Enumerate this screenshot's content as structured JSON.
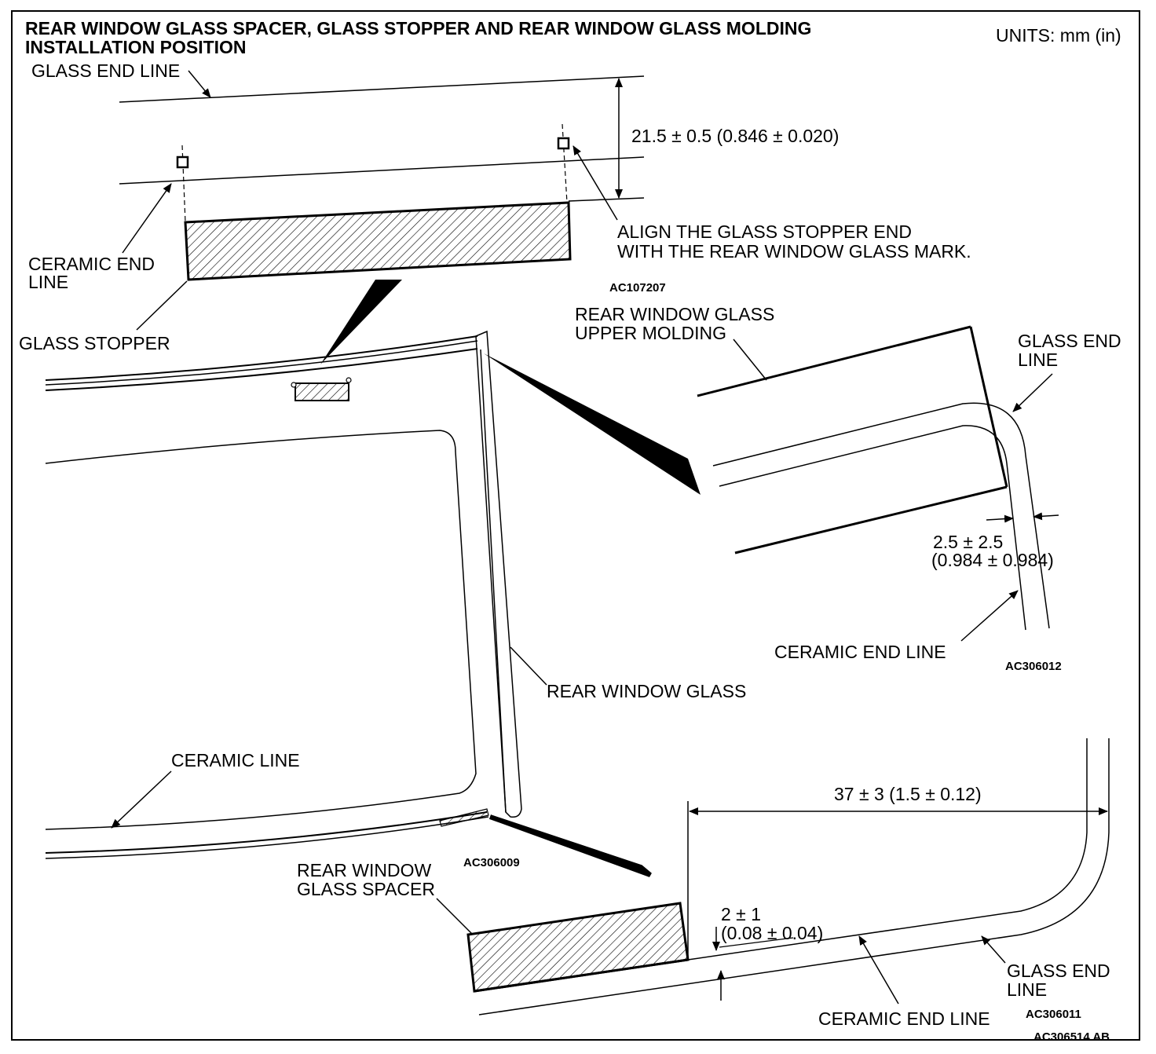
{
  "header": {
    "title_line1": "REAR WINDOW GLASS SPACER, GLASS STOPPER AND REAR WINDOW GLASS MOLDING",
    "title_line2": "INSTALLATION POSITION",
    "units": "UNITS: mm (in)"
  },
  "detail_stopper": {
    "glass_end_line": "GLASS END LINE",
    "dimension": "21.5 ± 0.5 (0.846 ± 0.020)",
    "ceramic_end_line_1": "CERAMIC END",
    "ceramic_end_line_2": "LINE",
    "glass_stopper": "GLASS STOPPER",
    "align_note_1": "ALIGN THE GLASS STOPPER END",
    "align_note_2": "WITH THE REAR WINDOW GLASS MARK.",
    "code": "AC107207"
  },
  "detail_molding": {
    "upper_molding_1": "REAR WINDOW GLASS",
    "upper_molding_2": "UPPER MOLDING",
    "glass_end_line_1": "GLASS END",
    "glass_end_line_2": "LINE",
    "dimension_1": "2.5 ± 2.5",
    "dimension_2": "(0.984 ± 0.984)",
    "ceramic_end_line": "CERAMIC END LINE",
    "code": "AC306012"
  },
  "main_view": {
    "rear_window_glass": "REAR WINDOW GLASS",
    "ceramic_line": "CERAMIC LINE",
    "code": "AC306009"
  },
  "detail_spacer": {
    "spacer_1": "REAR WINDOW",
    "spacer_2": "GLASS SPACER",
    "dimension_width": "37 ± 3 (1.5 ± 0.12)",
    "dimension_gap_1": "2 ± 1",
    "dimension_gap_2": "(0.08 ± 0.04)",
    "glass_end_line_1": "GLASS END",
    "glass_end_line_2": "LINE",
    "ceramic_end_line": "CERAMIC END LINE",
    "code": "AC306011"
  },
  "figure_code": "AC306514 AB"
}
